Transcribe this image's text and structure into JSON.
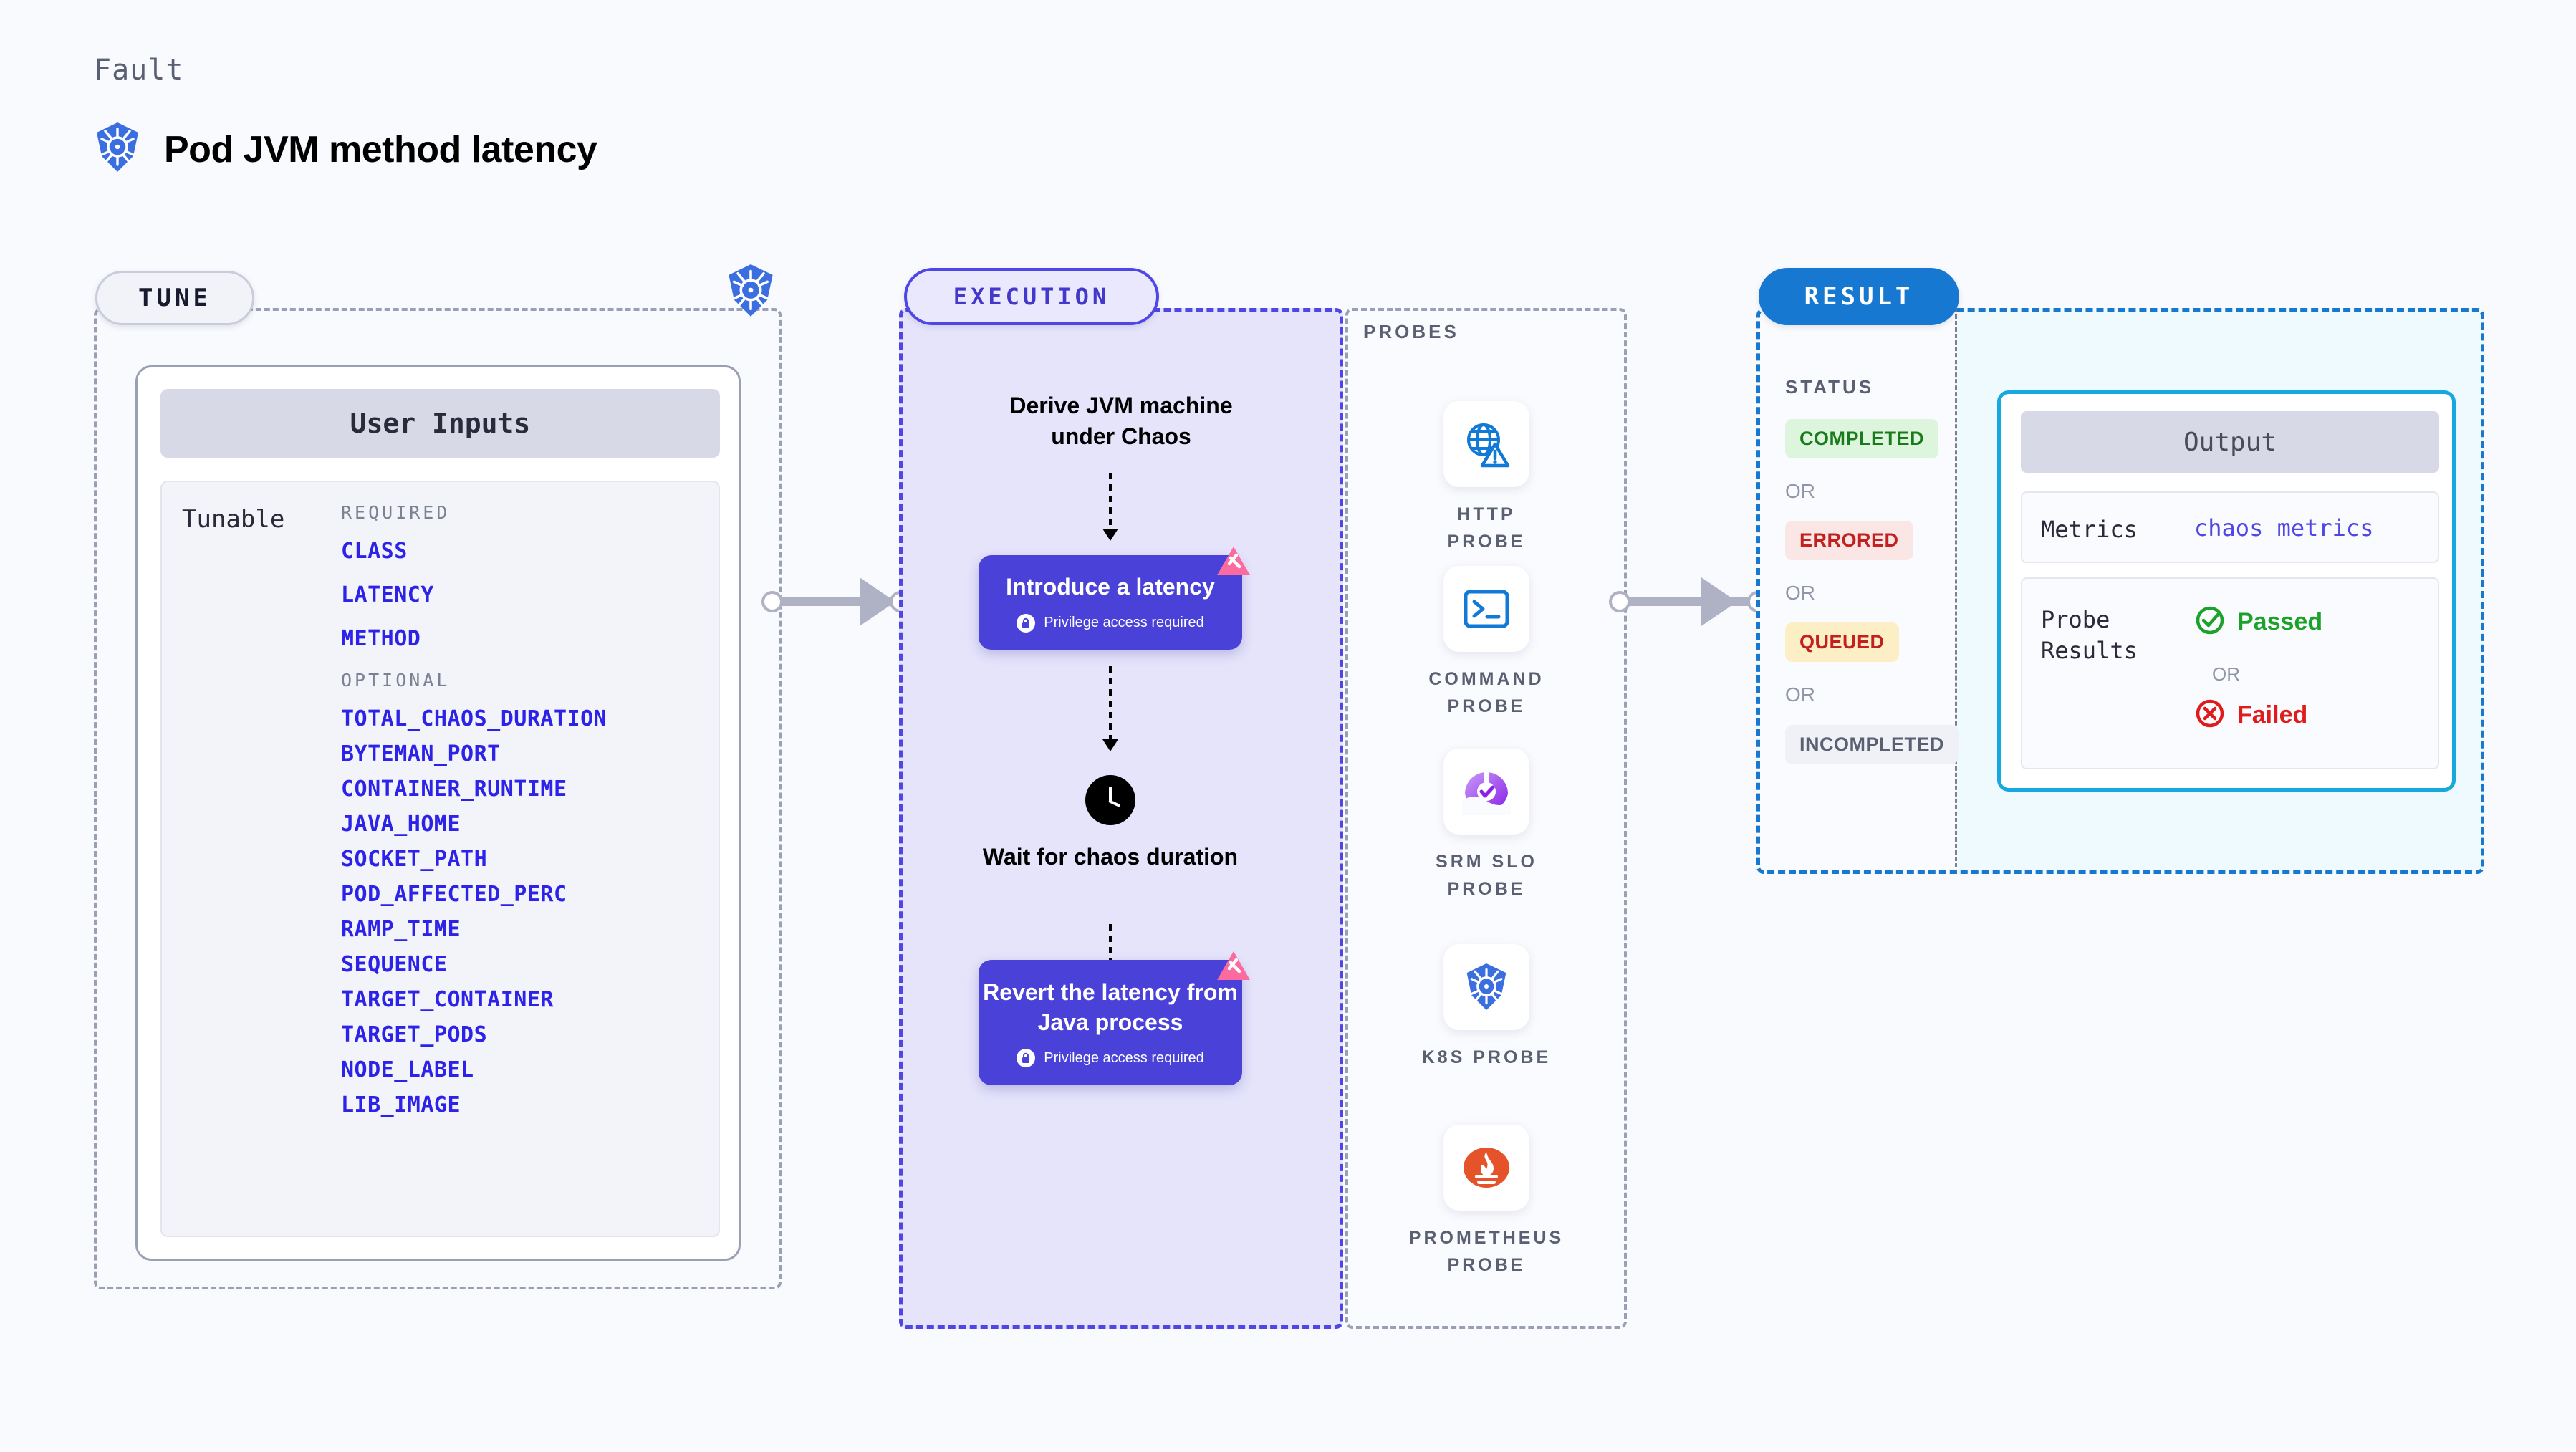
{
  "header": {
    "kicker": "Fault",
    "title": "Pod JVM method latency",
    "icon": "kubernetes-icon"
  },
  "tune": {
    "pill_label": "TUNE",
    "badge_icon": "kubernetes-icon",
    "card_title": "User Inputs",
    "tunable_label": "Tunable",
    "required_label": "REQUIRED",
    "required_params": [
      "CLASS",
      "LATENCY",
      "METHOD"
    ],
    "optional_label": "OPTIONAL",
    "optional_params": [
      "TOTAL_CHAOS_DURATION",
      "BYTEMAN_PORT",
      "CONTAINER_RUNTIME",
      "JAVA_HOME",
      "SOCKET_PATH",
      "POD_AFFECTED_PERC",
      "RAMP_TIME",
      "SEQUENCE",
      "TARGET_CONTAINER",
      "TARGET_PODS",
      "NODE_LABEL",
      "LIB_IMAGE"
    ]
  },
  "execution": {
    "pill_label": "EXECUTION",
    "step1_text": "Derive JVM machine under Chaos",
    "step2_title": "Introduce a latency",
    "step2_note": "Privilege access required",
    "step2_badge": "litmus-chaos-icon",
    "step3_text": "Wait for chaos duration",
    "step3_icon": "clock-icon",
    "step4_title": "Revert the latency from Java process",
    "step4_note": "Privilege access required",
    "step4_badge": "litmus-chaos-icon"
  },
  "probes": {
    "title": "PROBES",
    "items": [
      {
        "label": "HTTP PROBE",
        "icon": "globe-warning-icon"
      },
      {
        "label": "COMMAND PROBE",
        "icon": "terminal-icon"
      },
      {
        "label": "SRM SLO PROBE",
        "icon": "srm-slo-icon"
      },
      {
        "label": "K8S PROBE",
        "icon": "kubernetes-icon"
      },
      {
        "label": "PROMETHEUS PROBE",
        "icon": "prometheus-icon"
      }
    ]
  },
  "result": {
    "pill_label": "RESULT",
    "status_title": "STATUS",
    "or_label": "OR",
    "statuses": [
      {
        "label": "COMPLETED",
        "bg": "#DDF5DC",
        "fg": "#1A7A1E"
      },
      {
        "label": "ERRORED",
        "bg": "#FBE6E6",
        "fg": "#C32020"
      },
      {
        "label": "QUEUED",
        "bg": "#FCEFC6",
        "fg": "#C32020"
      },
      {
        "label": "INCOMPLETED",
        "bg": "#F0F1F6",
        "fg": "#5A6072"
      }
    ],
    "output": {
      "title": "Output",
      "metrics_key": "Metrics",
      "metrics_value": "chaos metrics",
      "probe_results_key": "Probe Results",
      "passed_label": "Passed",
      "failed_label": "Failed",
      "or_label": "OR",
      "passed_icon": "check-circle-icon",
      "failed_icon": "x-circle-icon"
    }
  },
  "colors": {
    "background": "#F9FAFE",
    "execution_bg": "#E5E4FB",
    "execution_border": "#4F46E5",
    "card_purple": "#4A41D8",
    "litmus_pink": "#FB6BA0",
    "result_border": "#1878D0",
    "result_pill": "#1678D0",
    "output_border": "#17A8E0",
    "output_bg": "#EEFAFD",
    "param_blue": "#2D22E8",
    "connector_gray": "#AFB2C4"
  }
}
